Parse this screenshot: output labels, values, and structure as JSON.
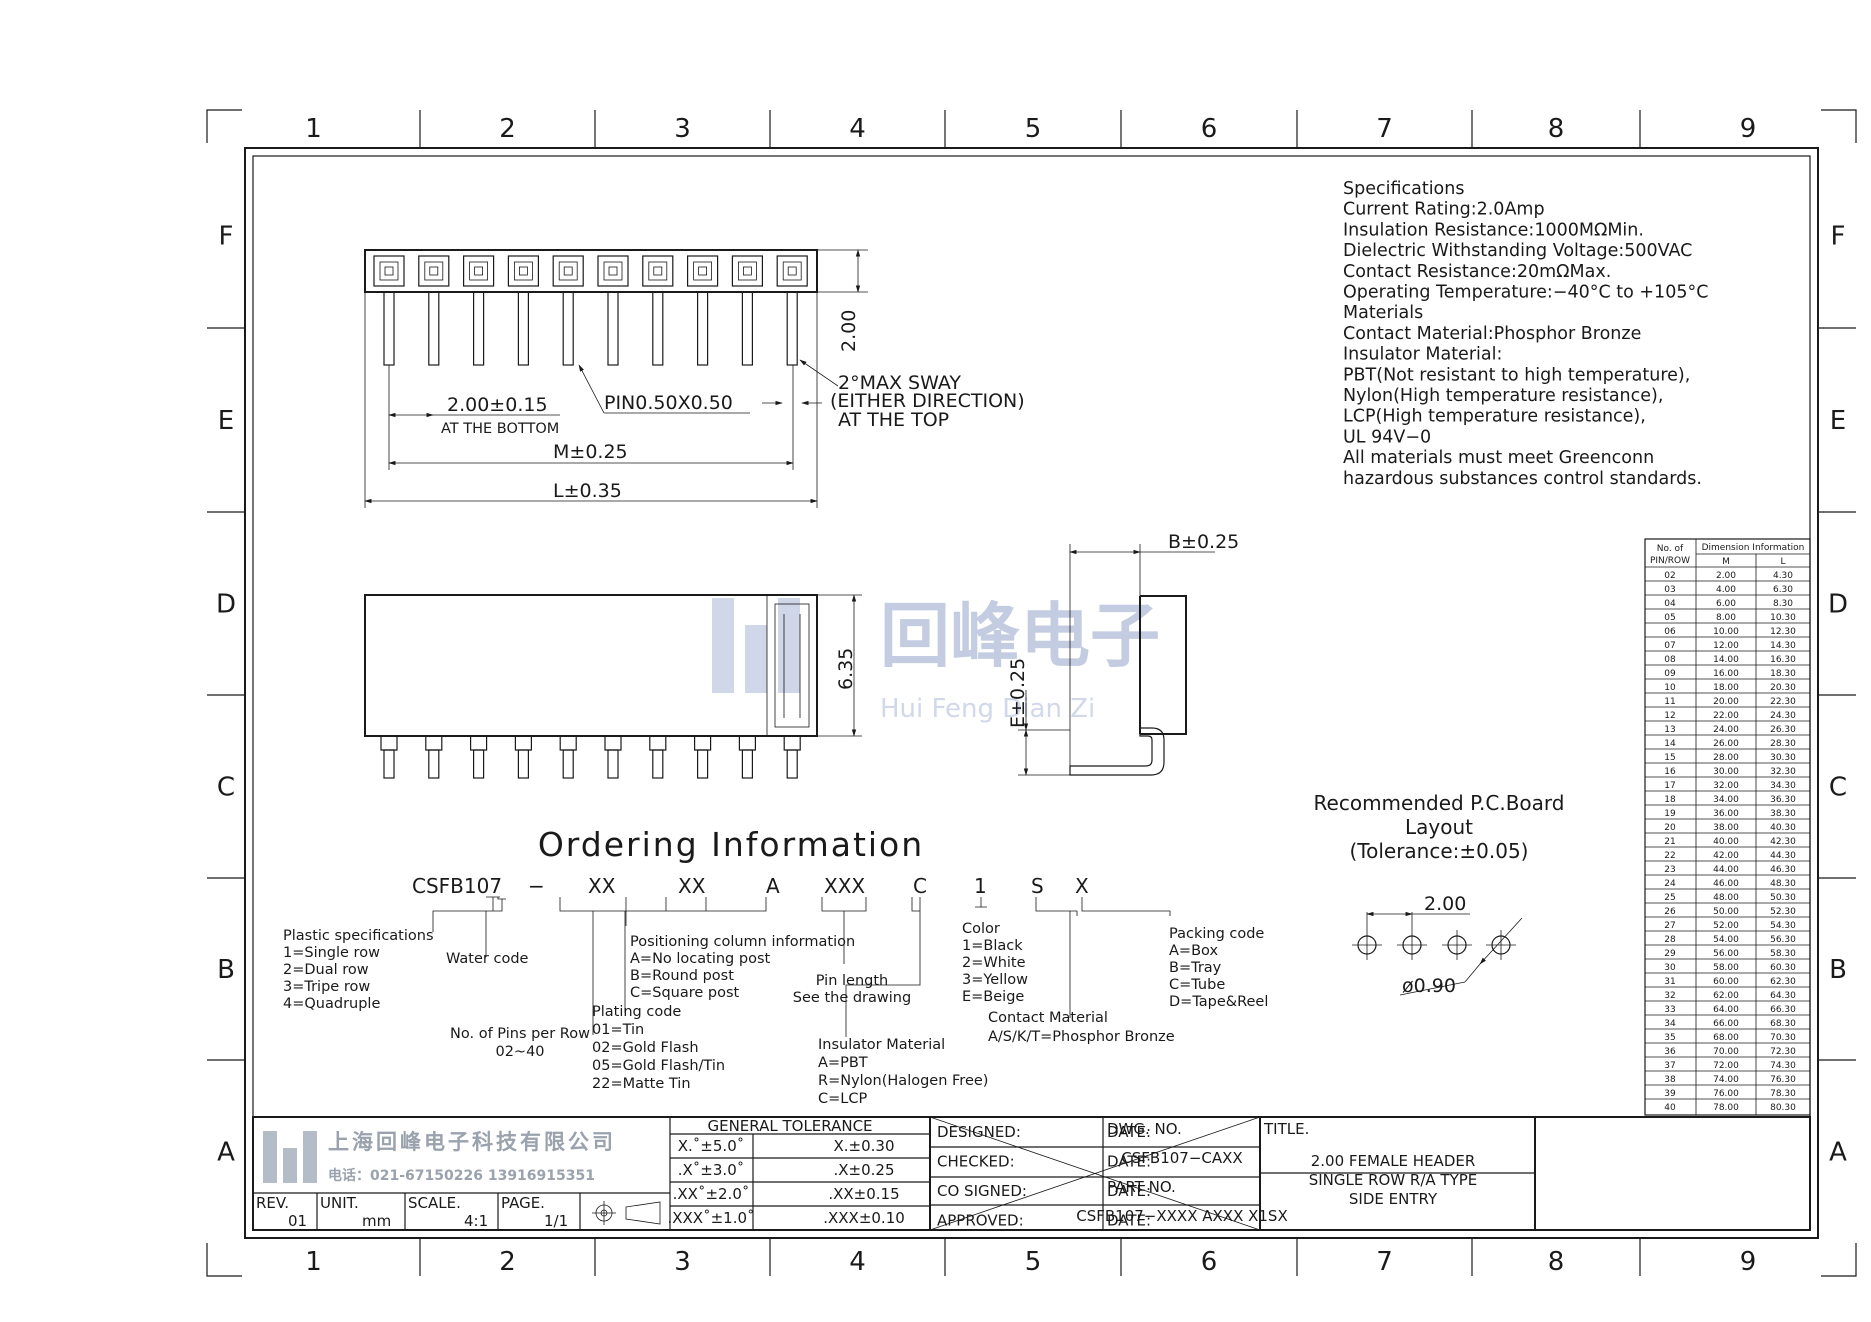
{
  "grid": {
    "cols": [
      "1",
      "2",
      "3",
      "4",
      "5",
      "6",
      "7",
      "8",
      "9"
    ],
    "rows": [
      "F",
      "E",
      "D",
      "C",
      "B",
      "A"
    ]
  },
  "specs": [
    "Specifications",
    "Current  Rating:2.0Amp",
    "Insulation  Resistance:1000MΩMin.",
    "Dielectric  Withstanding  Voltage:500VAC",
    "Contact  Resistance:20mΩMax.",
    "Operating  Temperature:−40°C  to  +105°C",
    "Materials",
    "Contact  Material:Phosphor  Bronze",
    "Insulator  Material:",
    "PBT(Not  resistant  to  high  temperature),",
    "Nylon(High  temperature  resistance),",
    "LCP(High  temperature  resistance),",
    "UL  94V−0",
    "All  materials  must  meet  Greenconn",
    "hazardous  substances  control  standards."
  ],
  "top_view": {
    "dim_height": "2.00",
    "pitch": "2.00±0.15",
    "pitch_note": "AT THE BOTTOM",
    "pin": "PIN0.50X0.50",
    "sway_1": "2°MAX  SWAY",
    "sway_2": "(EITHER  DIRECTION)",
    "sway_3": "AT  THE  TOP",
    "dim_m": "M±0.25",
    "dim_l": "L±0.35"
  },
  "front_view": {
    "height": "6.35"
  },
  "side_view": {
    "b": "B±0.25",
    "e": "E±0.25"
  },
  "watermark": {
    "cn": "回峰电子",
    "en": "Hui Feng Dian Zi"
  },
  "pcb": {
    "title_1": "Recommended  P.C.Board",
    "title_2": "Layout",
    "title_3": "(Tolerance:±0.05)",
    "pitch": "2.00",
    "hole": "ø0.90"
  },
  "ordering": {
    "heading": "Ordering  Information",
    "code": [
      "CSFB107",
      "−",
      "XX",
      "XX",
      "A",
      "XXX",
      "C",
      "1",
      "S",
      "X"
    ],
    "plastic": [
      "Plastic  specifications",
      "1=Single  row",
      "2=Dual  row",
      "3=Tripe  row",
      "4=Quadruple"
    ],
    "water": "Water  code",
    "pins": [
      "No.  of  Pins  per  Row",
      "02~40"
    ],
    "plating": [
      "Plating  code",
      "01=Tin",
      "02=Gold  Flash",
      "05=Gold  Flash/Tin",
      "22=Matte  Tin"
    ],
    "position": [
      "Positioning  column  information",
      "A=No  locating  post",
      "B=Round  post",
      "C=Square  post"
    ],
    "pin_length": [
      "Pin  length",
      "See  the  drawing"
    ],
    "insulator": [
      "Insulator  Material",
      "A=PBT",
      "R=Nylon(Halogen  Free)",
      "C=LCP"
    ],
    "color": [
      "Color",
      "1=Black",
      "2=White",
      "3=Yellow",
      "E=Beige"
    ],
    "contact": [
      "Contact  Material",
      "A/S/K/T=Phosphor  Bronze"
    ],
    "packing": [
      "Packing  code",
      "A=Box",
      "B=Tray",
      "C=Tube",
      "D=Tape&Reel"
    ]
  },
  "dim_table": {
    "header_1": "No.  of",
    "header_2": "PIN/ROW",
    "header_group": "Dimension  Information",
    "col_m": "M",
    "col_l": "L",
    "rows": [
      [
        "02",
        "2.00",
        "4.30"
      ],
      [
        "03",
        "4.00",
        "6.30"
      ],
      [
        "04",
        "6.00",
        "8.30"
      ],
      [
        "05",
        "8.00",
        "10.30"
      ],
      [
        "06",
        "10.00",
        "12.30"
      ],
      [
        "07",
        "12.00",
        "14.30"
      ],
      [
        "08",
        "14.00",
        "16.30"
      ],
      [
        "09",
        "16.00",
        "18.30"
      ],
      [
        "10",
        "18.00",
        "20.30"
      ],
      [
        "11",
        "20.00",
        "22.30"
      ],
      [
        "12",
        "22.00",
        "24.30"
      ],
      [
        "13",
        "24.00",
        "26.30"
      ],
      [
        "14",
        "26.00",
        "28.30"
      ],
      [
        "15",
        "28.00",
        "30.30"
      ],
      [
        "16",
        "30.00",
        "32.30"
      ],
      [
        "17",
        "32.00",
        "34.30"
      ],
      [
        "18",
        "34.00",
        "36.30"
      ],
      [
        "19",
        "36.00",
        "38.30"
      ],
      [
        "20",
        "38.00",
        "40.30"
      ],
      [
        "21",
        "40.00",
        "42.30"
      ],
      [
        "22",
        "42.00",
        "44.30"
      ],
      [
        "23",
        "44.00",
        "46.30"
      ],
      [
        "24",
        "46.00",
        "48.30"
      ],
      [
        "25",
        "48.00",
        "50.30"
      ],
      [
        "26",
        "50.00",
        "52.30"
      ],
      [
        "27",
        "52.00",
        "54.30"
      ],
      [
        "28",
        "54.00",
        "56.30"
      ],
      [
        "29",
        "56.00",
        "58.30"
      ],
      [
        "30",
        "58.00",
        "60.30"
      ],
      [
        "31",
        "60.00",
        "62.30"
      ],
      [
        "32",
        "62.00",
        "64.30"
      ],
      [
        "33",
        "64.00",
        "66.30"
      ],
      [
        "34",
        "66.00",
        "68.30"
      ],
      [
        "35",
        "68.00",
        "70.30"
      ],
      [
        "36",
        "70.00",
        "72.30"
      ],
      [
        "37",
        "72.00",
        "74.30"
      ],
      [
        "38",
        "74.00",
        "76.30"
      ],
      [
        "39",
        "76.00",
        "78.30"
      ],
      [
        "40",
        "78.00",
        "80.30"
      ]
    ]
  },
  "title_block": {
    "company": "上海回峰电子科技有限公司",
    "phone": "电话：021-67150226  13916915351",
    "rev_label": "REV.",
    "rev": "01",
    "unit_label": "UNIT.",
    "unit": "mm",
    "scale_label": "SCALE.",
    "scale": "4:1",
    "page_label": "PAGE.",
    "page": "1/1",
    "tolerance_title": "GENERAL  TOLERANCE",
    "tolerances": [
      [
        "X.˚±5.0˚",
        "X.±0.30"
      ],
      [
        ".X˚±3.0˚",
        ".X±0.25"
      ],
      [
        ".XX˚±2.0˚",
        ".XX±0.15"
      ],
      [
        ".XXX˚±1.0˚",
        ".XXX±0.10"
      ]
    ],
    "roles": [
      "DESIGNED:",
      "CHECKED:",
      "CO  SIGNED:",
      "APPROVED:"
    ],
    "date_label": "DATE:",
    "dwg_label": "DWG.  NO.",
    "dwg_no": "CSFB107−CAXX",
    "part_label": "PART  NO.",
    "part_no": "CSFB107−XXXX  AXXX  X1SX",
    "title_label": "TITLE.",
    "title_1": "2.00  FEMALE  HEADER",
    "title_2": "SINGLE  ROW  R/A  TYPE",
    "title_3": "SIDE  ENTRY"
  }
}
